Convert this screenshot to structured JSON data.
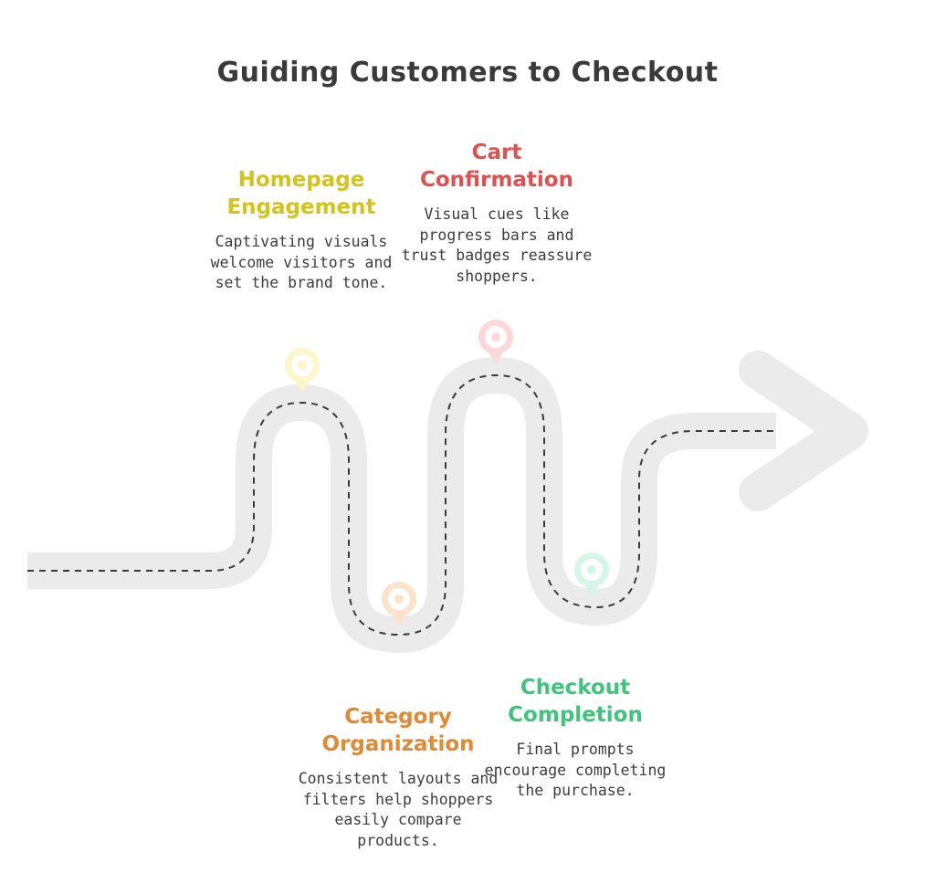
{
  "title": "Guiding Customers to Checkout",
  "stages": [
    {
      "heading": "Homepage Engagement",
      "description": "Captivating visuals welcome visitors and set the brand tone.",
      "color": "#d4c31a",
      "pin_fill": "#fdf6c8",
      "icon": "location-pin-icon"
    },
    {
      "heading": "Cart Confirmation",
      "description": "Visual cues like progress bars and trust badges reassure shoppers.",
      "color": "#e05050",
      "pin_fill": "#fcd9d9",
      "icon": "location-pin-icon"
    },
    {
      "heading": "Category Organization",
      "description": "Consistent layouts and filters help shoppers easily compare products.",
      "color": "#e08a35",
      "pin_fill": "#fde2cc",
      "icon": "location-pin-icon"
    },
    {
      "heading": "Checkout Completion",
      "description": "Final prompts encourage completing the purchase.",
      "color": "#3fc47b",
      "pin_fill": "#d3f7e3",
      "icon": "location-pin-icon"
    }
  ],
  "road_color": "#ebebeb",
  "dash_color": "#3a3a3a"
}
